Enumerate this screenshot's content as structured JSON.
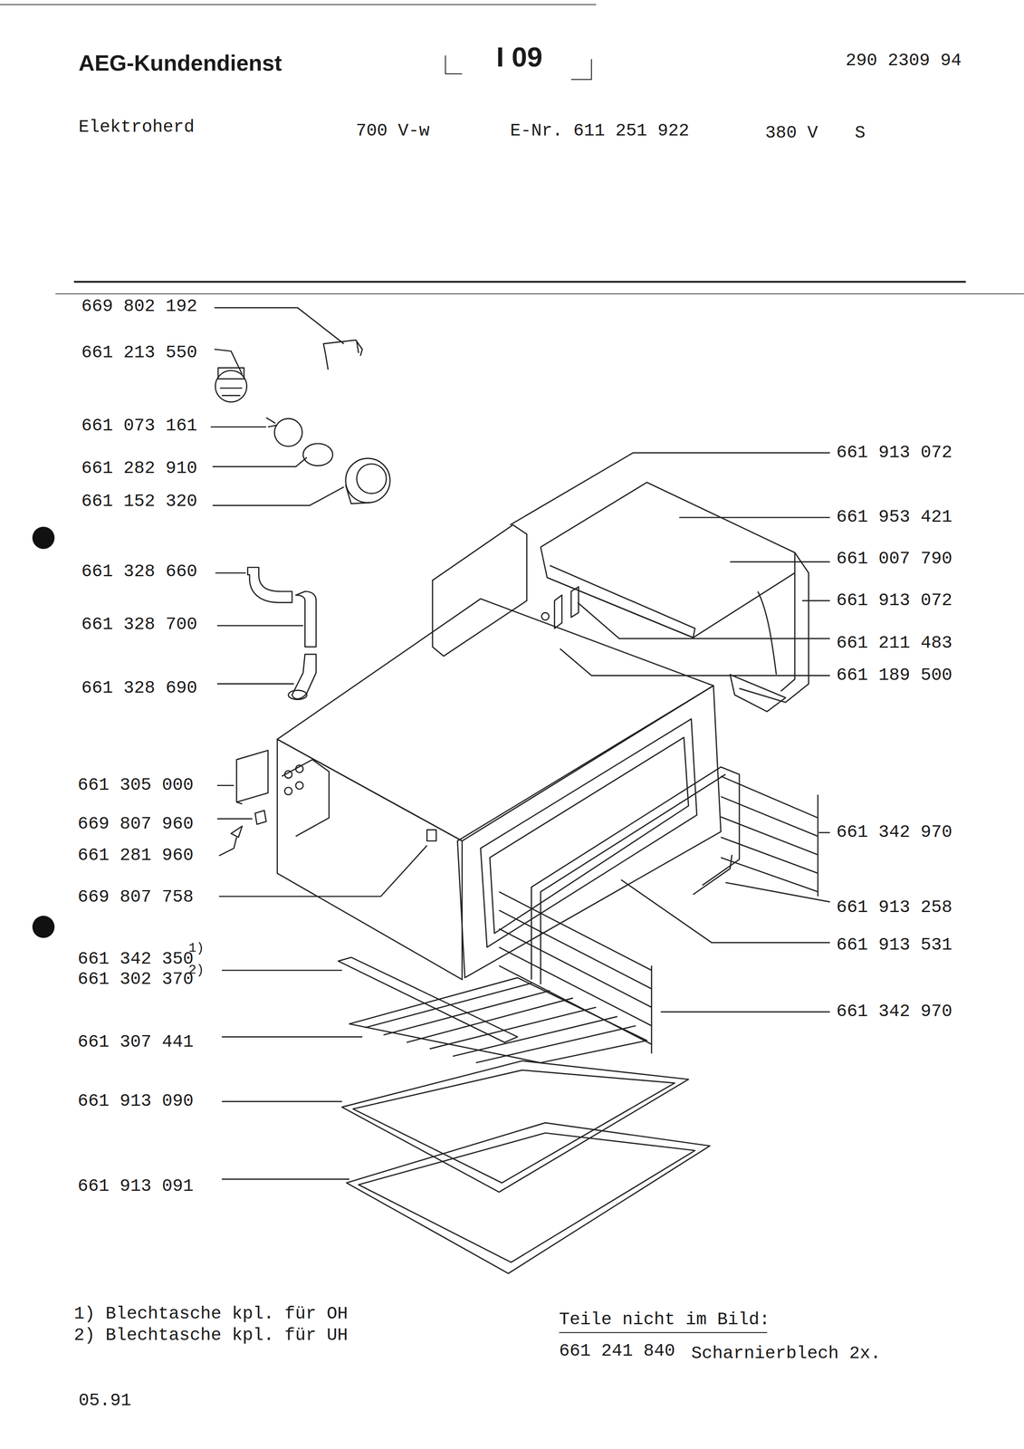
{
  "diagram": {
    "title": "AEG-Kundendienst",
    "labels": [
      "I 09",
      "290 2309 94",
      "Elektroherd",
      "700 V-w",
      "E-Nr. 611 251 922",
      "380 V",
      "S",
      "669 802 192",
      "661 213 550",
      "661 073 161",
      "661 282 910",
      "661 152 320",
      "661 328 660",
      "661 328 700",
      "661 328 690",
      "661 305 000",
      "669 807 960",
      "661 281 960",
      "669 807 758",
      "661 342 350",
      "1)",
      "661 302 370",
      "2)",
      "661 307 441",
      "661 913 090",
      "661 913 091",
      "661 913 072",
      "661 953 421",
      "661 007 790",
      "661 913 072",
      "661 211 483",
      "661 189 500",
      "661 342 970",
      "661 913 258",
      "661 913 531",
      "661 342 970",
      "1) Blechtasche kpl. für OH",
      "2) Blechtasche kpl. für UH",
      "Teile nicht im Bild:",
      "661 241 840",
      "Scharnierblech 2x.",
      "05.91"
    ]
  }
}
